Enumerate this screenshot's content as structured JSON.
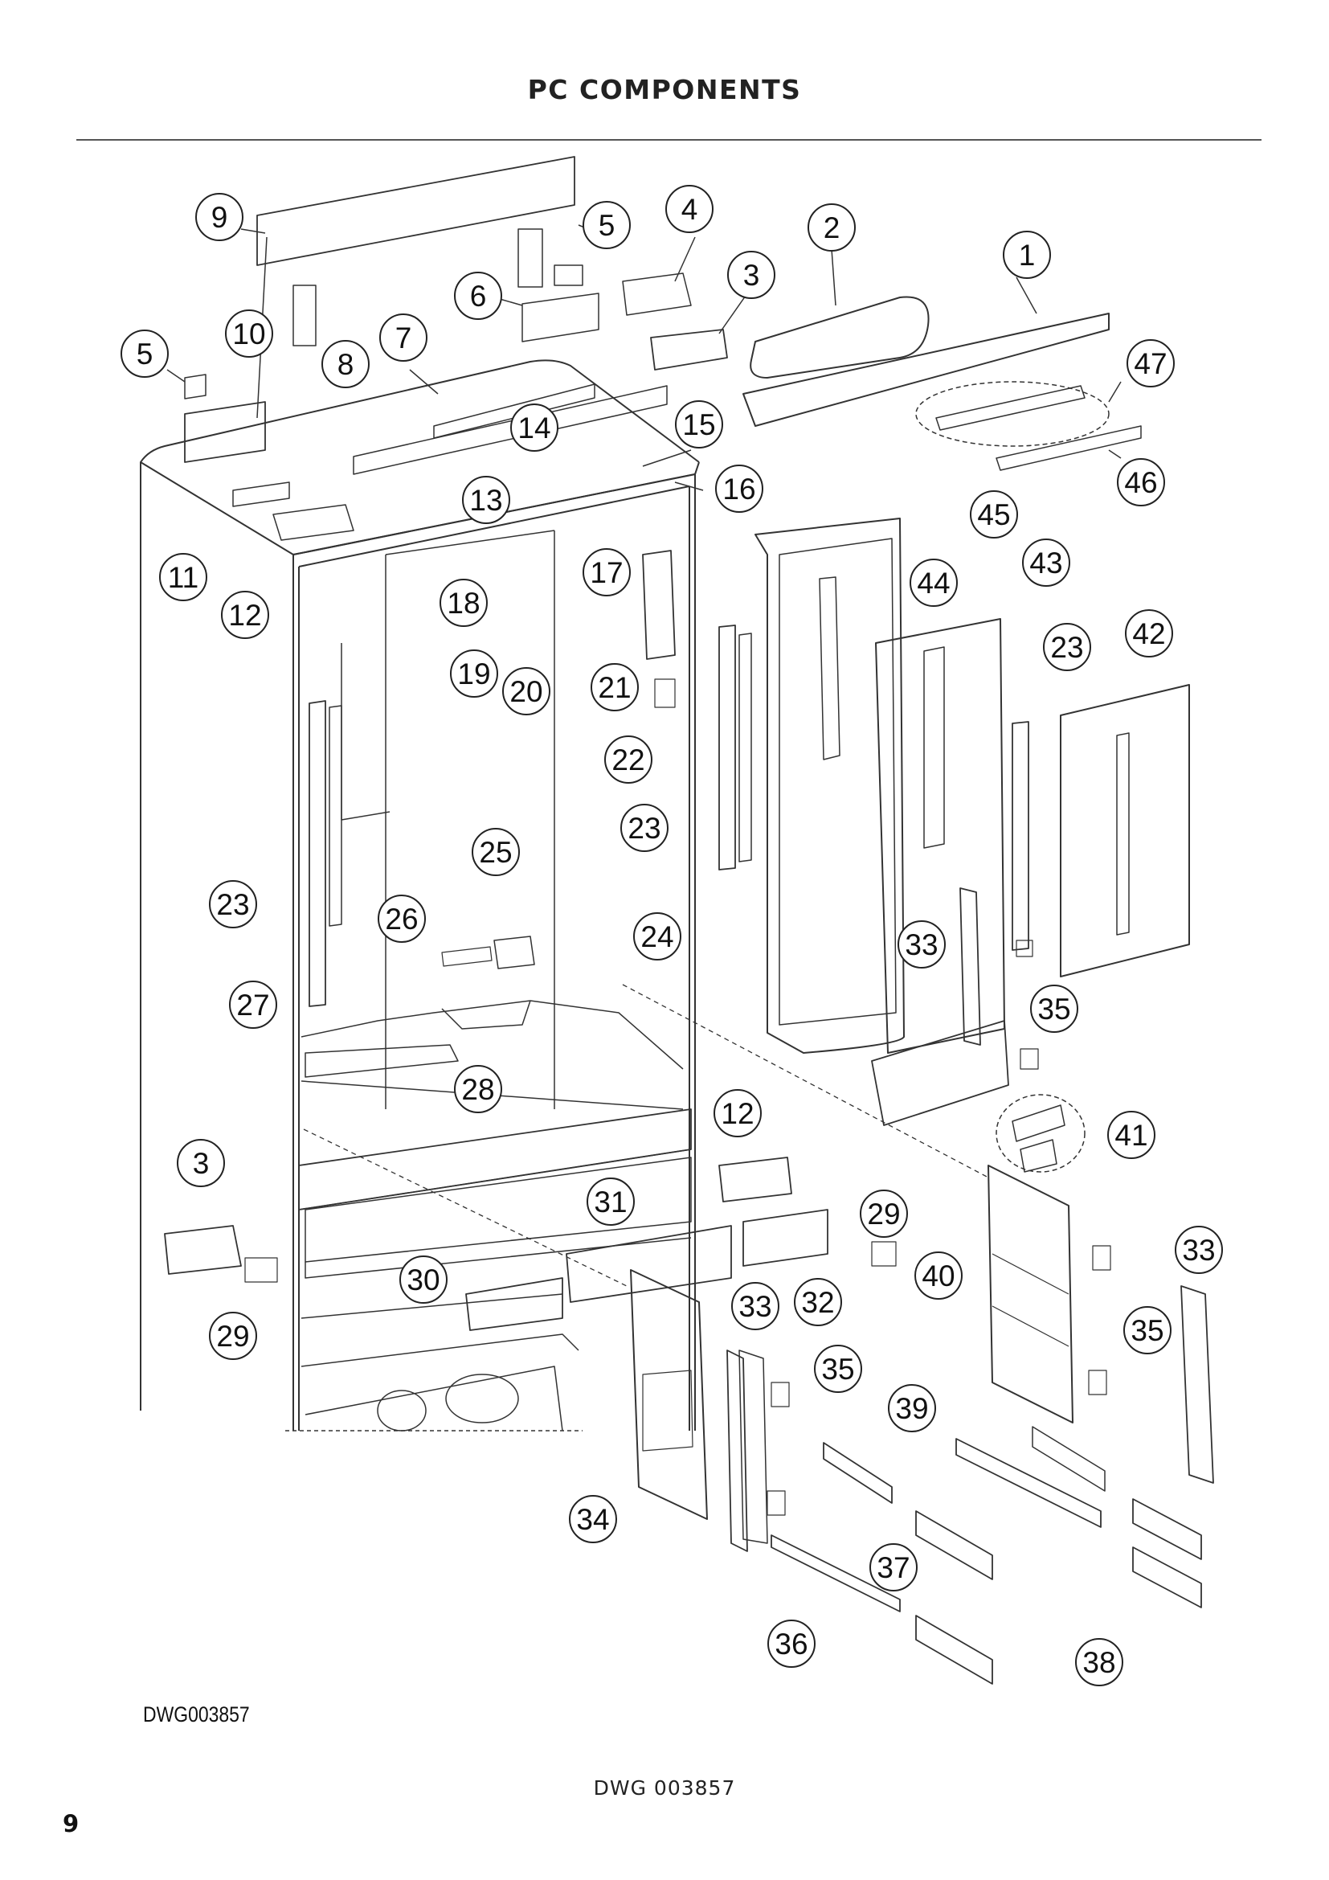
{
  "header": {
    "title": "PC COMPONENTS"
  },
  "figure": {
    "drawing_ref": "DWG003857",
    "callouts": [
      "1",
      "2",
      "3",
      "4",
      "5",
      "6",
      "7",
      "8",
      "9",
      "10",
      "11",
      "12",
      "13",
      "14",
      "15",
      "16",
      "17",
      "18",
      "19",
      "20",
      "21",
      "22",
      "23",
      "24",
      "25",
      "26",
      "27",
      "28",
      "29",
      "30",
      "31",
      "32",
      "33",
      "34",
      "35",
      "36",
      "37",
      "38",
      "39",
      "40",
      "41",
      "42",
      "43",
      "44",
      "45",
      "46",
      "47"
    ]
  },
  "footer": {
    "drawing_number": "DWG 003857",
    "page_number": "9"
  }
}
